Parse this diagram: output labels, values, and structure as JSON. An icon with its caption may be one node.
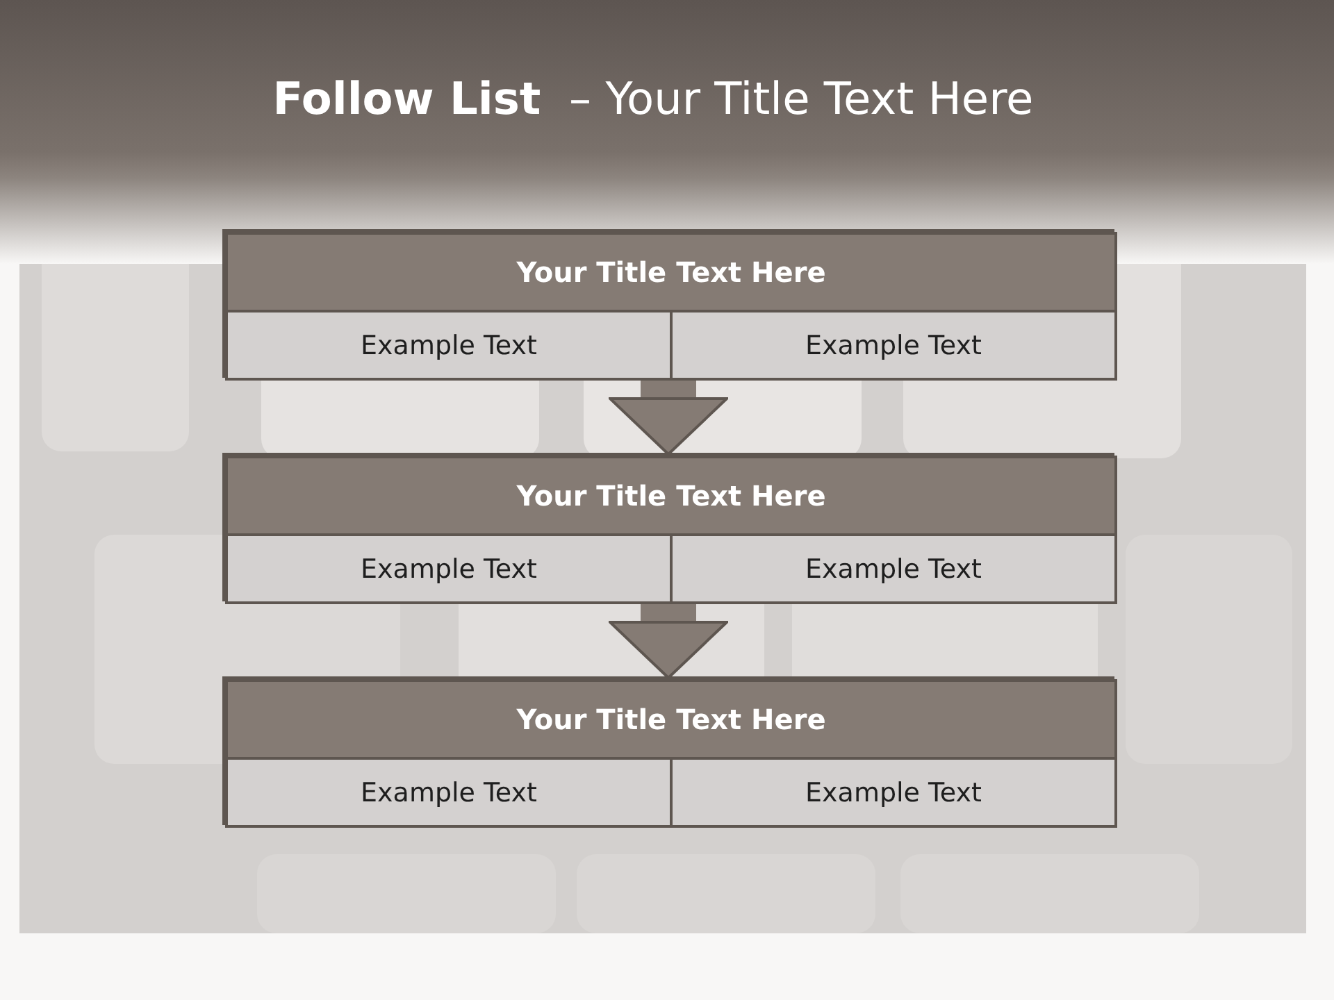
{
  "diagram": {
    "title": "**Follow List**  – Your Title Text Here",
    "nodes": [
      {
        "text": [],
        "shape": "box"
      },
      {
        "text": [
          "Your Title Text Here"
        ],
        "in": 0
      },
      {
        "text": [
          "Example Text"
        ],
        "in": 0
      },
      {
        "text": [
          "Example Text"
        ],
        "in": 0
      },
      {
        "text": [],
        "shape": "box"
      },
      {
        "text": [
          "Your Title Text Here"
        ],
        "in": 4
      },
      {
        "text": [
          "Example Text"
        ],
        "in": 4
      },
      {
        "text": [
          "Example Text"
        ],
        "in": 4
      },
      {
        "text": [],
        "shape": "box"
      },
      {
        "text": [
          "Your Title Text Here"
        ],
        "in": 8
      },
      {
        "text": [
          "Example Text"
        ],
        "in": 8
      },
      {
        "text": [
          "Example Text"
        ],
        "in": 8
      }
    ],
    "edges": [
      {
        "from": 0,
        "to": 4,
        "arrow": "to"
      },
      {
        "from": 4,
        "to": 8,
        "arrow": "to"
      }
    ]
  }
}
